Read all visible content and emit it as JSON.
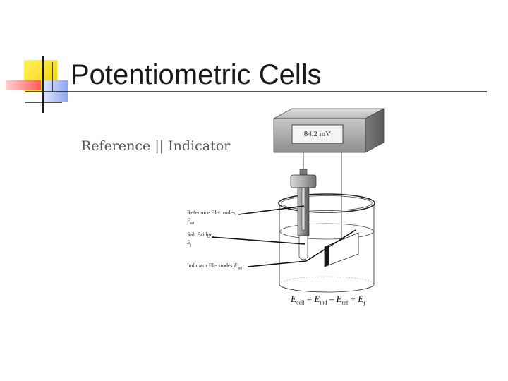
{
  "slide": {
    "title": "Potentiometric Cells",
    "subtitle": "Reference || Indicator"
  },
  "meter": {
    "reading": "84.2 mV"
  },
  "labels": {
    "reference": {
      "text": "Reference Electrodes,",
      "symbol": "E",
      "subscript": "ref"
    },
    "salt_bridge": {
      "text": "Salt Bridge,",
      "symbol": "E",
      "subscript": "j"
    },
    "indicator": {
      "text": "Indicator Electrodes",
      "symbol": "E",
      "subscript": "ind"
    }
  },
  "equation": {
    "lhs_symbol": "E",
    "lhs_sub": "cell",
    "equals": " = ",
    "t1_symbol": "E",
    "t1_sub": "ind",
    "minus": " – ",
    "t2_symbol": "E",
    "t2_sub": "ref",
    "plus": " + ",
    "t3_symbol": "E",
    "t3_sub": "j"
  },
  "colors": {
    "logo_yellow": "#f5d800",
    "logo_red": "#e8202a",
    "logo_blue": "#4a6fd8",
    "title_rule": "#1a1a1a"
  }
}
